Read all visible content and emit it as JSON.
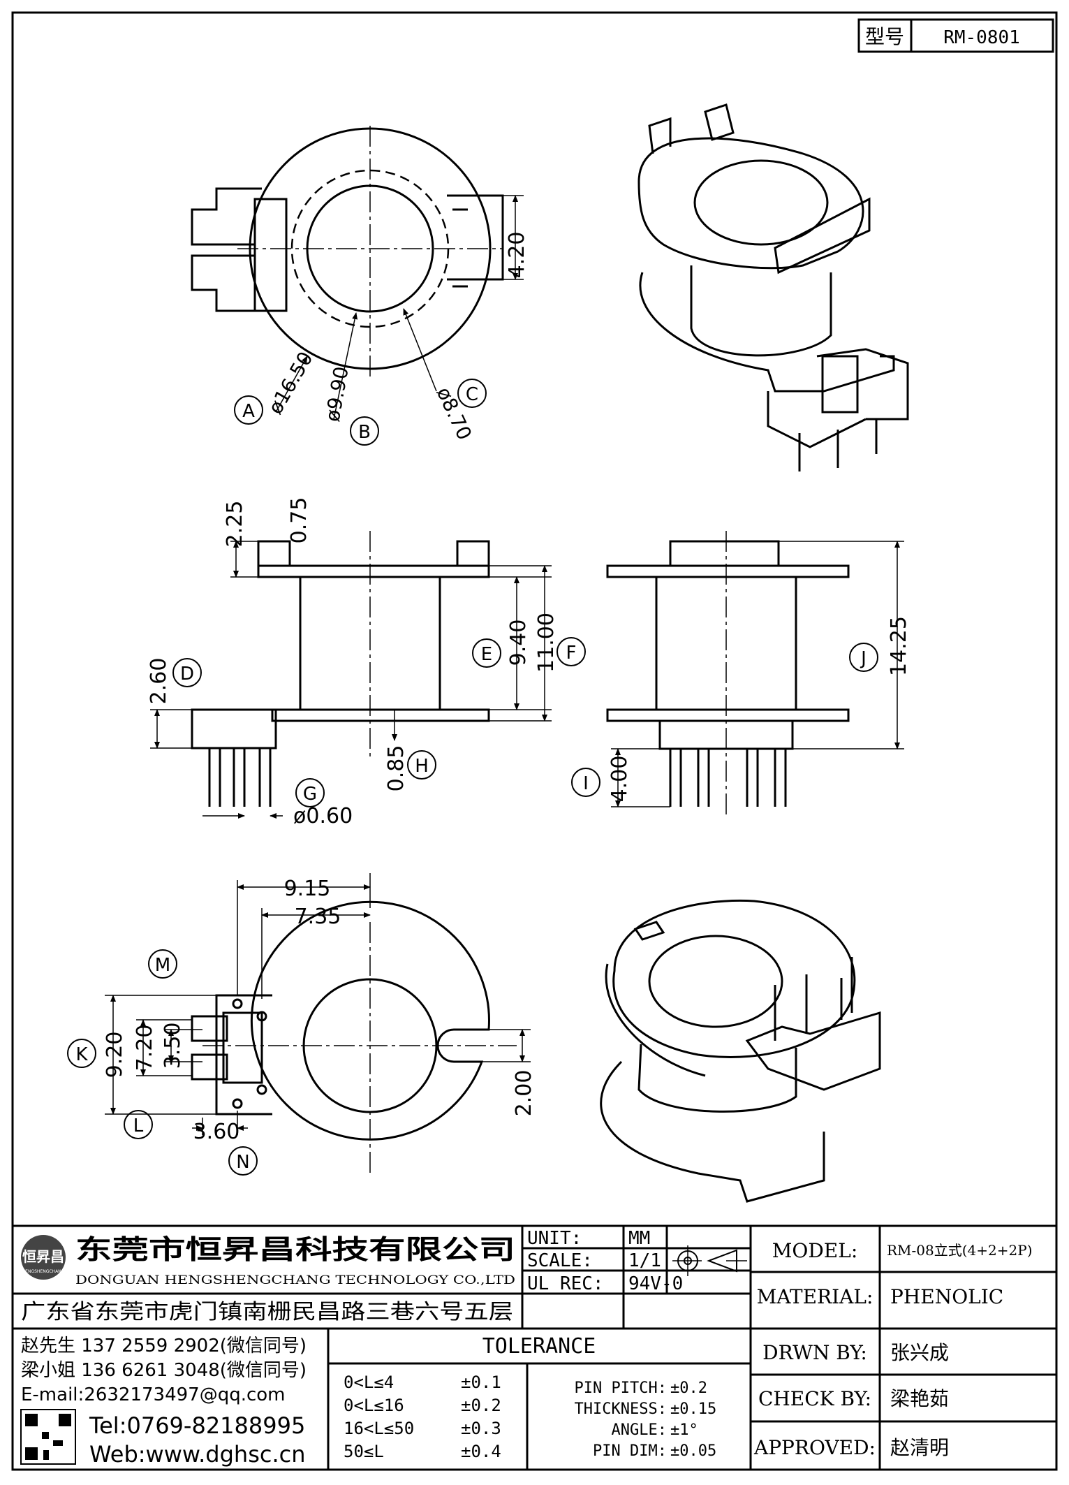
{
  "model_box": {
    "label": "型号",
    "value": "RM-0801"
  },
  "dimensions": {
    "a_dia": "ø16.50",
    "b_dia": "ø9.90",
    "c_dia": "ø8.70",
    "slot_w": "4.20",
    "top_h": "2.25",
    "flange_t": "0.75",
    "d_h": "2.60",
    "e_h": "9.40",
    "f_h": "11.00",
    "h_h": "0.85",
    "pin_dia": "ø0.60",
    "j_h": "14.25",
    "i_h": "4.00",
    "w_915": "9.15",
    "w_735": "7.35",
    "k_h": "9.20",
    "l_h": "7.20",
    "m_h": "3.50",
    "n_w": "3.60",
    "slot2": "2.00"
  },
  "callouts": {
    "A": "A",
    "B": "B",
    "C": "C",
    "D": "D",
    "E": "E",
    "F": "F",
    "G": "G",
    "H": "H",
    "I": "I",
    "J": "J",
    "K": "K",
    "L": "L",
    "M": "M",
    "N": "N"
  },
  "title_block": {
    "logo_text": "恒昇昌",
    "logo_sub": "HENGSHENGCHANG",
    "company_cn": "东莞市恒昇昌科技有限公司",
    "company_en": "DONGUAN HENGSHENGCHANG TECHNOLOGY CO.,LTD",
    "address": "广东省东莞市虎门镇南栅民昌路三巷六号五层",
    "contact1": "赵先生 137 2559 2902(微信同号)",
    "contact2": "梁小姐 136 6261 3048(微信同号)",
    "email": "E-mail:2632173497@qq.com",
    "tel": "Tel:0769-82188995",
    "web": "Web:www.dghsc.cn",
    "unit_label": "UNIT:",
    "unit_value": "MM",
    "scale_label": "SCALE:",
    "scale_value": "1/1",
    "ulrec_label": "UL REC:",
    "ulrec_value": "94V-0",
    "tolerance_title": "TOLERANCE",
    "tol_rows": [
      {
        "range": "0<L≤4",
        "value": "±0.1"
      },
      {
        "range": "0<L≤16",
        "value": "±0.2"
      },
      {
        "range": "16<L≤50",
        "value": "±0.3"
      },
      {
        "range": "50≤L",
        "value": "±0.4"
      }
    ],
    "tol_right": [
      {
        "label": "PIN PITCH:",
        "value": "±0.2"
      },
      {
        "label": "THICKNESS:",
        "value": "±0.15"
      },
      {
        "label": "ANGLE:",
        "value": "±1°"
      },
      {
        "label": "PIN DIM:",
        "value": "±0.05"
      }
    ],
    "model_label": "MODEL:",
    "model_value": "RM-08立式(4+2+2P)",
    "material_label": "MATERIAL:",
    "material_value": "PHENOLIC",
    "drwn_label": "DRWN BY:",
    "drwn_value": "张兴成",
    "check_label": "CHECK BY:",
    "check_value": "梁艳茹",
    "approved_label": "APPROVED:",
    "approved_value": "赵清明"
  }
}
